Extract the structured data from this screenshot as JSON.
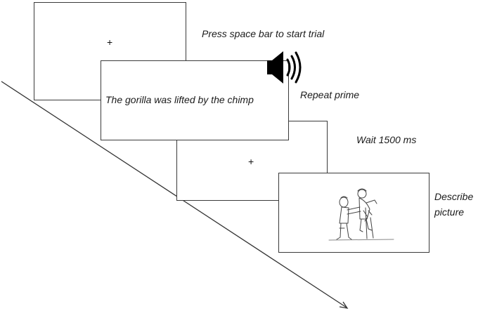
{
  "fixation_symbol": "+",
  "steps": [
    {
      "label": "Press space bar to start trial"
    },
    {
      "label": "Repeat prime",
      "sentence": "The gorilla was lifted by the chimp"
    },
    {
      "label": "Wait 1500 ms"
    },
    {
      "label_line1": "Describe",
      "label_line2": "picture"
    }
  ],
  "icons": {
    "audio": "speaker-icon",
    "picture": "gorilla-chimp-illustration"
  }
}
